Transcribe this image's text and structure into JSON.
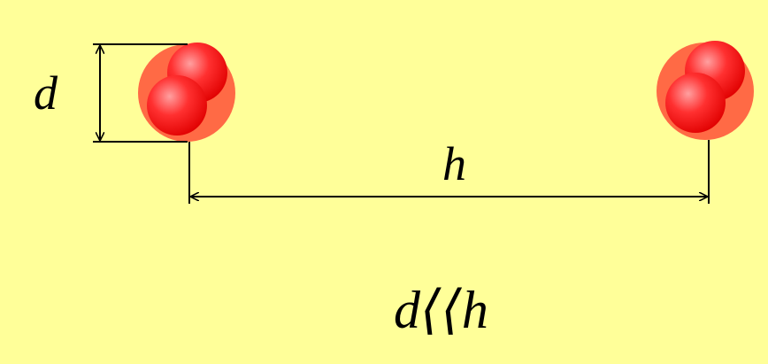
{
  "colors": {
    "background": "#ffff99",
    "molecule_halo": "#ff6a45",
    "atom_fill": "#ff1a1a",
    "atom_highlight": "#ff9b9b",
    "line": "#000000"
  },
  "labels": {
    "diameter": "d",
    "distance": "h",
    "relation": "d⟨⟨h"
  },
  "molecules": [
    {
      "name": "left-molecule"
    },
    {
      "name": "right-molecule"
    }
  ]
}
